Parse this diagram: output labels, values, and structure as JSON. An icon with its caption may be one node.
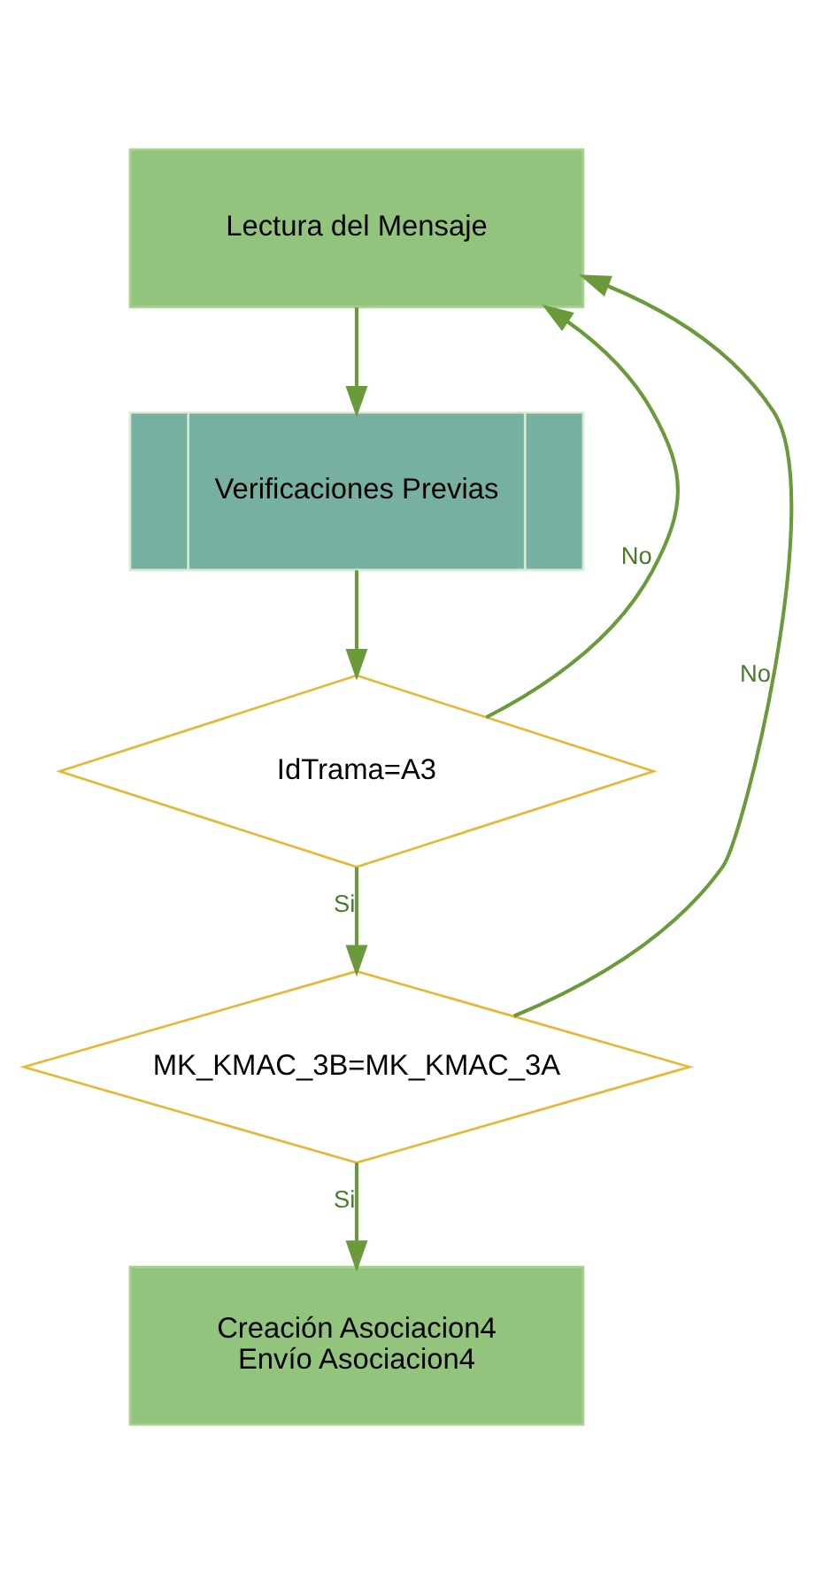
{
  "diagram": {
    "nodes": [
      {
        "text": [
          "Lectura del Mensaje"
        ]
      },
      {
        "text": [
          "Verificaciones Previas"
        ]
      },
      {
        "text": [
          "IdTrama=A3"
        ]
      },
      {
        "text": [
          "MK_KMAC_3B=MK_KMAC_3A"
        ]
      },
      {
        "text": [
          "Creación Asociacion4",
          "Envío Asociacion4"
        ]
      }
    ],
    "edges": [
      {
        "from": 0,
        "to": 1,
        "arrow": "to"
      },
      {
        "from": 1,
        "to": 2,
        "arrow": "to"
      },
      {
        "from": 2,
        "to": 0,
        "arrow": "to",
        "label": "No"
      },
      {
        "from": 2,
        "to": 3,
        "arrow": "to",
        "label": "Si"
      },
      {
        "from": 3,
        "to": 0,
        "arrow": "to",
        "label": "No"
      },
      {
        "from": 3,
        "to": 4,
        "arrow": "to",
        "label": "Si"
      }
    ]
  }
}
